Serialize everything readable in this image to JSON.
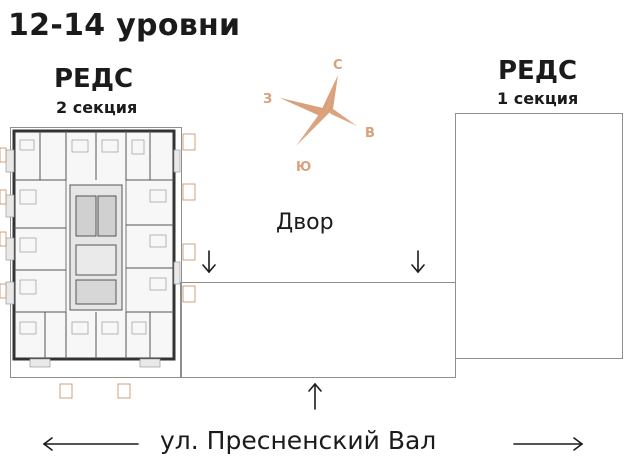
{
  "header": {
    "title": "12-14 уровни"
  },
  "buildings": {
    "left": {
      "name": "РЕДС",
      "section": "2 секция"
    },
    "right": {
      "name": "РЕДС",
      "section": "1 секция"
    }
  },
  "yard_label": "Двор",
  "street_label": "ул. Пресненский Вал",
  "compass": {
    "north": "С",
    "east": "В",
    "south": "Ю",
    "west": "З",
    "color": "#d9a07a"
  }
}
